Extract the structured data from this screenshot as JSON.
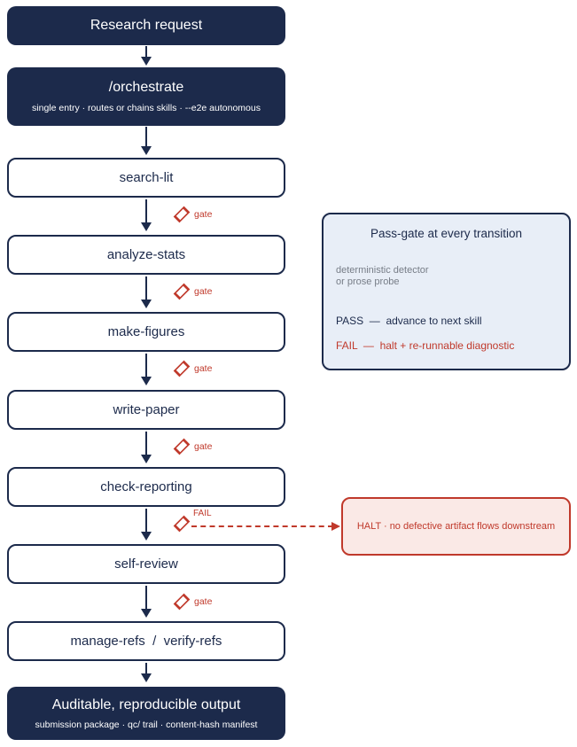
{
  "nodes": {
    "request": "Research request",
    "orchestrate": "/orchestrate",
    "orchestrate_sub": "single entry  ·  routes or chains skills  ·  --e2e autonomous",
    "search": "search-lit",
    "analyze": "analyze-stats",
    "figures": "make-figures",
    "write": "write-paper",
    "check": "check-reporting",
    "review": "self-review",
    "refs": "manage-refs  /  verify-refs",
    "output": "Auditable, reproducible output",
    "output_sub": "submission package  ·  qc/ trail  ·  content-hash manifest"
  },
  "gate_label": "gate",
  "fail_label": "FAIL",
  "halt_text": "HALT  ·  no defective artifact flows downstream",
  "legend": {
    "title": "Pass-gate at every transition",
    "detector_line1": "deterministic detector",
    "detector_line2": "or prose probe",
    "pass": "PASS  —  advance to next skill",
    "fail": "FAIL  —  halt + re-runnable diagnostic"
  },
  "colors": {
    "navy": "#1c2a4b",
    "red": "#c0392b",
    "legend_bg": "#e8eef7",
    "halt_bg": "#fae9e6"
  }
}
